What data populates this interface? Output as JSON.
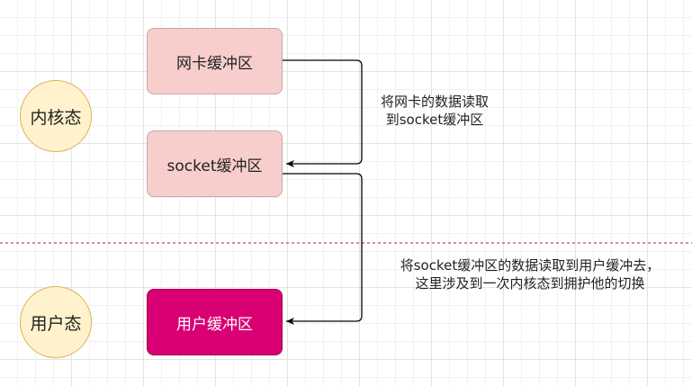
{
  "states": {
    "kernel": "内核态",
    "user": "用户态"
  },
  "buffers": {
    "nic": "网卡缓冲区",
    "socket": "socket缓冲区",
    "user": "用户缓冲区"
  },
  "notes": {
    "nic_to_socket": {
      "line1": "将网卡的数据读取",
      "line2": "到socket缓冲区"
    },
    "socket_to_user": {
      "line1": "将socket缓冲区的数据读取到用户缓冲去，",
      "line2": "这里涉及到一次内核态到拥护他的切换"
    }
  },
  "colors": {
    "light_buffer_fill": "#f8cecc",
    "user_buffer_fill": "#d80073",
    "state_fill": "#fff2cc",
    "divider": "#b85450"
  }
}
